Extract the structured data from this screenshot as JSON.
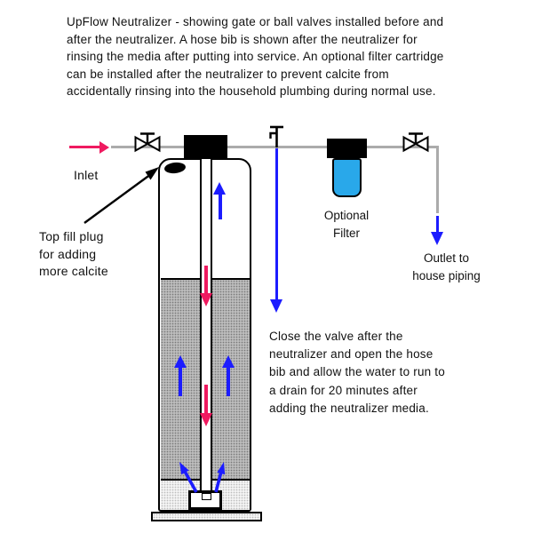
{
  "title": {
    "line1": "UpFlow Neutralizer - showing gate or ball valves installed before and",
    "line2": "after the neutralizer. A hose bib is shown after the neutralizer for",
    "line3": "rinsing the media after putting into service.  An optional filter cartridge",
    "line4": "can be installed after the neutralizer to prevent calcite from",
    "line5": "accidentally rinsing into the household plumbing during normal use."
  },
  "labels": {
    "inlet": "Inlet",
    "fill_plug_line1": "Top fill plug",
    "fill_plug_line2": "for adding",
    "fill_plug_line3": "more calcite",
    "filter_line1": "Optional",
    "filter_line2": "Filter",
    "outlet_line1": "Outlet to",
    "outlet_line2": "house piping"
  },
  "note": {
    "line1": "Close the valve after the",
    "line2": "neutralizer and open the hose",
    "line3": "bib and allow the water to run to",
    "line4": "a drain for 20 minutes after",
    "line5": "adding the neutralizer media."
  },
  "colors": {
    "inlet_arrow_pink": "#EF1A60",
    "flow_arrow_blue": "#1C1CFF",
    "filter_body_blue": "#29A8EA",
    "pipe_gray": "#ABABAB",
    "media_gray": "#BCBCBC",
    "line_black": "#000000"
  },
  "icons": {
    "valve_before": "gate-valve-icon",
    "valve_after": "gate-valve-icon",
    "hose_bib": "hose-bib-icon",
    "filter": "filter-cartridge-icon",
    "top_fill_plug": "fill-plug-oval-icon",
    "inlet_flow": "arrow-right-icon",
    "upflow": "arrow-up-icon",
    "downflow": "arrow-down-icon"
  }
}
